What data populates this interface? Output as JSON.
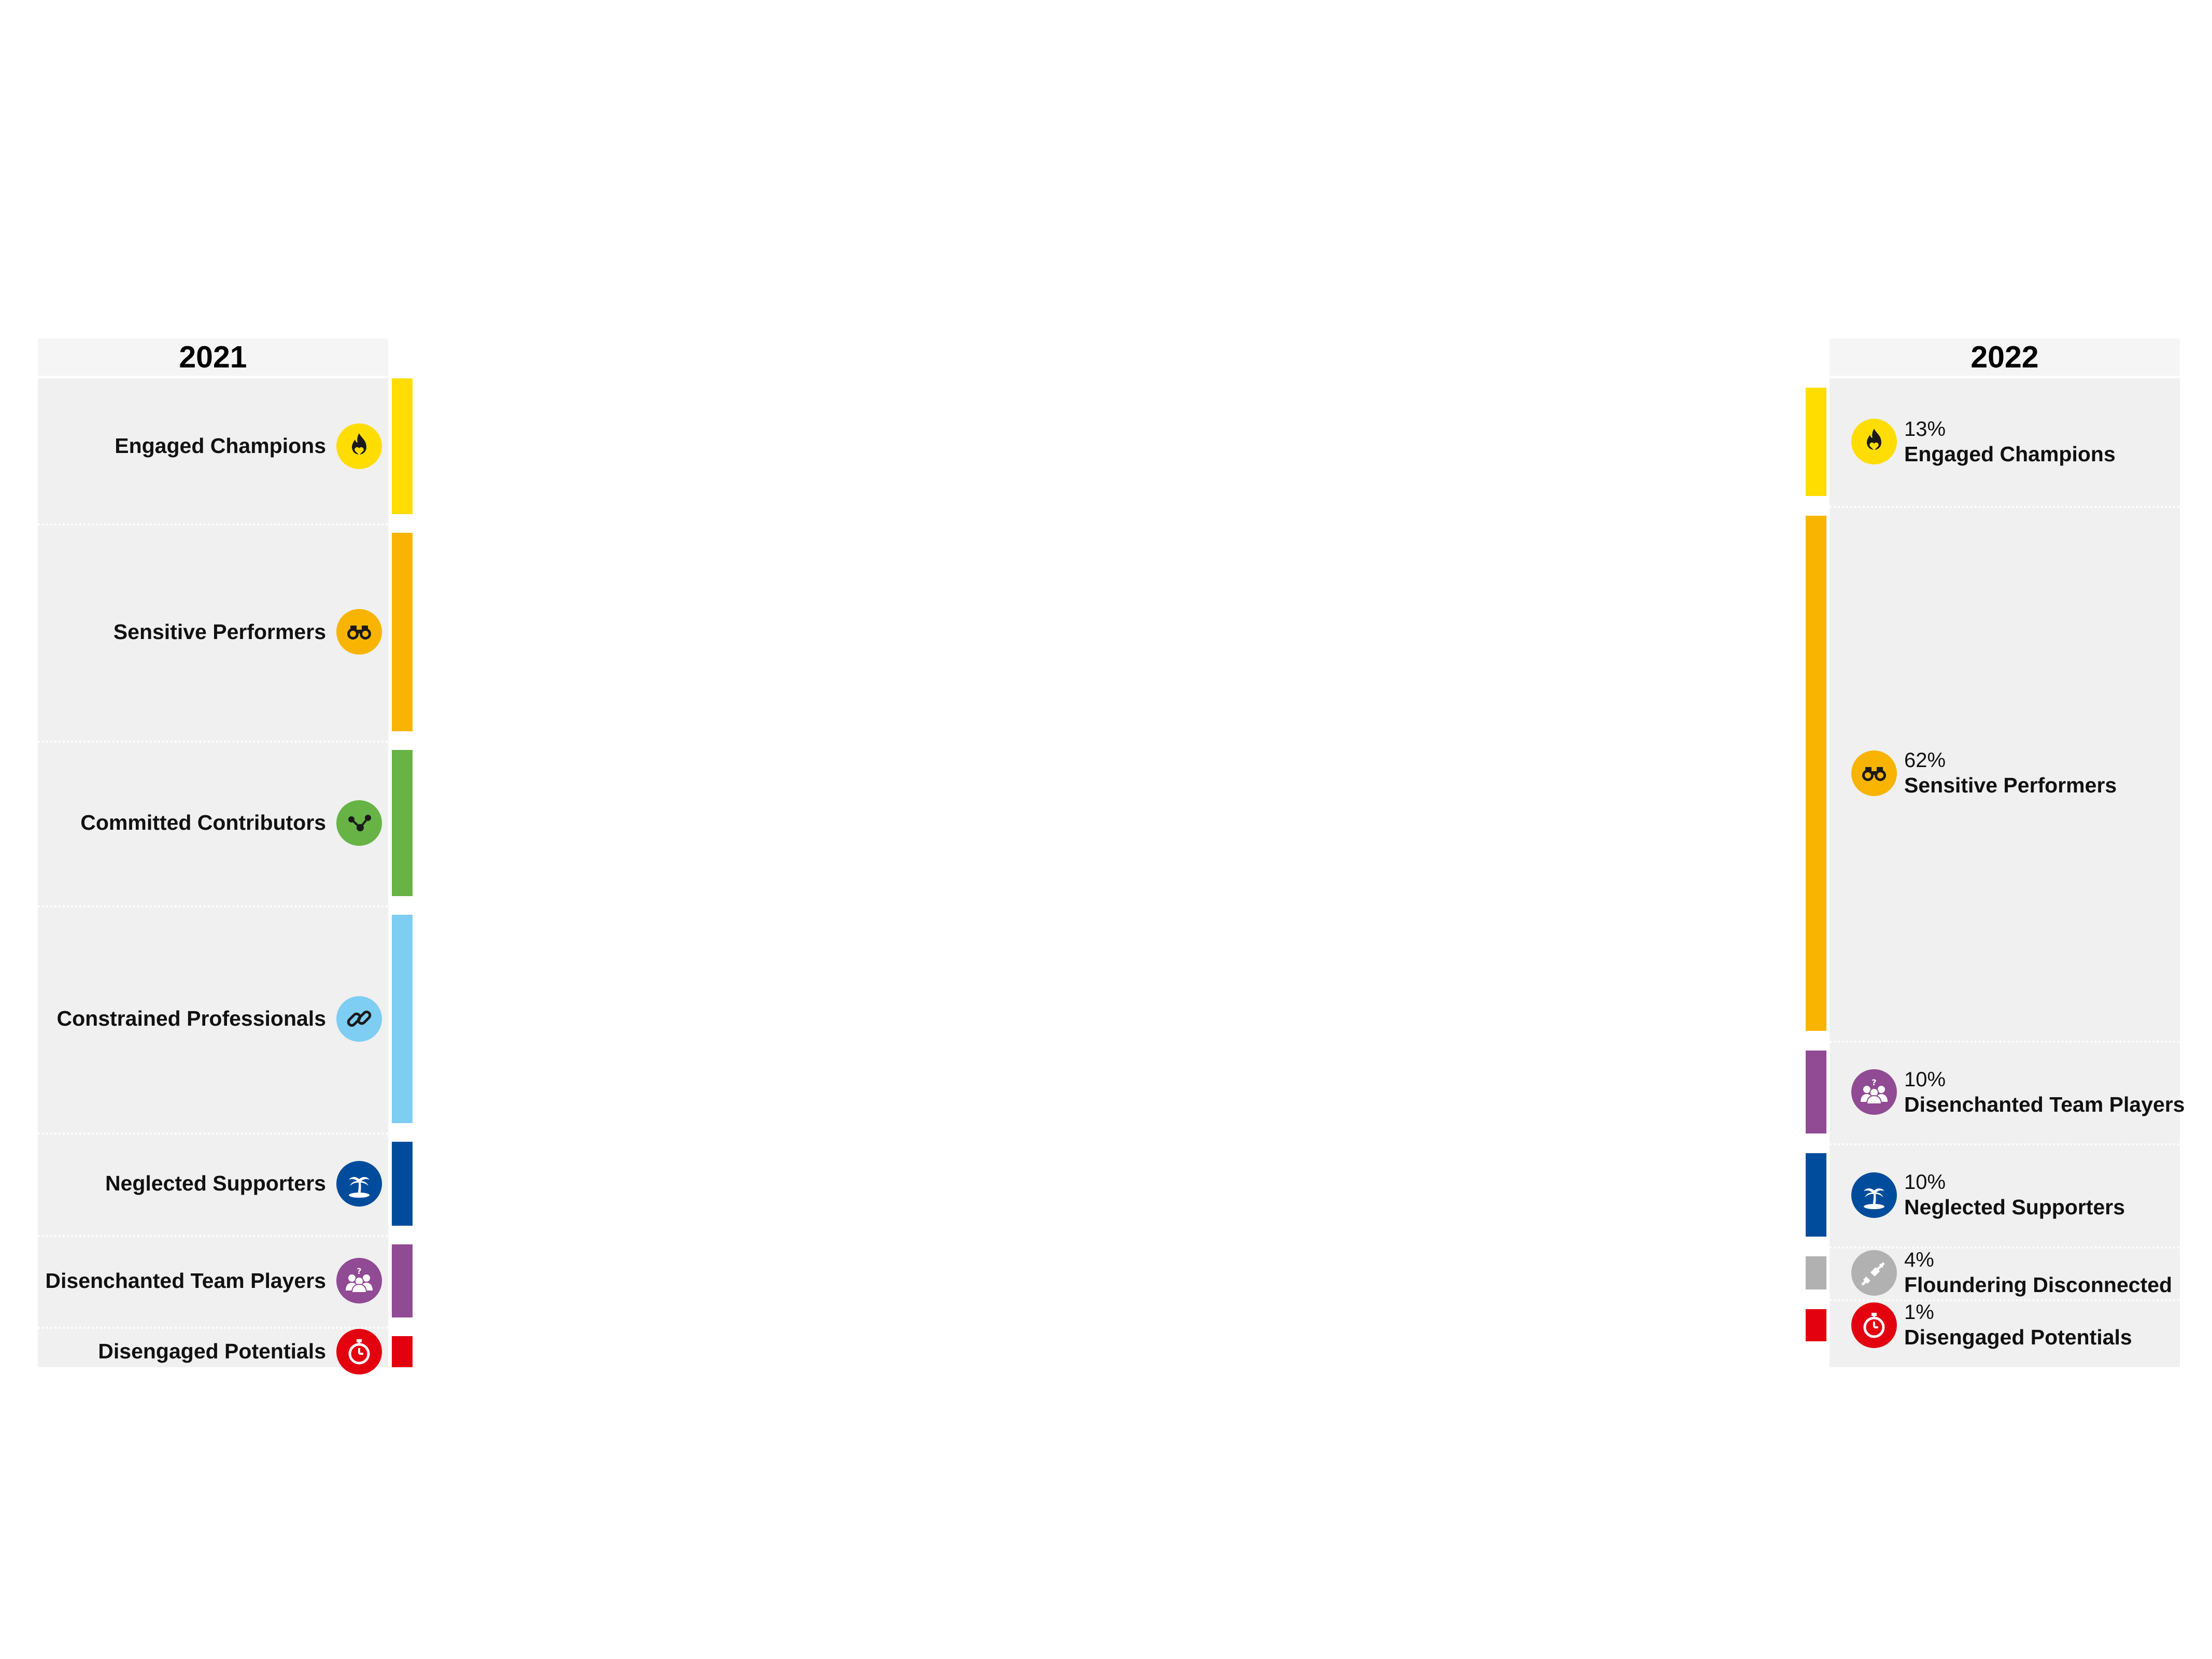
{
  "chart_data": {
    "type": "bar",
    "years": [
      "2021",
      "2022"
    ],
    "segments_2021": [
      {
        "name": "Engaged Champions",
        "icon": "flame-heart-icon",
        "color": "#ffdd00",
        "share": 0.13
      },
      {
        "name": "Sensitive Performers",
        "icon": "binoculars-icon",
        "color": "#f8b400",
        "share": 0.19
      },
      {
        "name": "Committed Contributors",
        "icon": "network-icon",
        "color": "#67b346",
        "share": 0.14
      },
      {
        "name": "Constrained Professionals",
        "icon": "chain-link-icon",
        "color": "#7ecdf2",
        "share": 0.2
      },
      {
        "name": "Neglected Supporters",
        "icon": "palm-island-icon",
        "color": "#004c9c",
        "share": 0.08
      },
      {
        "name": "Disenchanted Team Players",
        "icon": "group-question-icon",
        "color": "#914a94",
        "share": 0.07
      },
      {
        "name": "Disengaged Potentials",
        "icon": "stopwatch-icon",
        "color": "#e3000f",
        "share": 0.03
      }
    ],
    "segments_2022": [
      {
        "percent": "13%",
        "name": "Engaged Champions",
        "icon": "flame-heart-icon",
        "color": "#ffdd00",
        "share": 0.13
      },
      {
        "percent": "62%",
        "name": "Sensitive Performers",
        "icon": "binoculars-icon",
        "color": "#f8b400",
        "share": 0.62
      },
      {
        "percent": "10%",
        "name": "Disenchanted Team Players",
        "icon": "group-question-icon",
        "color": "#914a94",
        "share": 0.1
      },
      {
        "percent": "10%",
        "name": "Neglected Supporters",
        "icon": "palm-island-icon",
        "color": "#004c9c",
        "share": 0.1
      },
      {
        "percent": "4%",
        "name": "Floundering Disconnected",
        "icon": "unplugged-icon",
        "color": "#b1b1b1",
        "share": 0.04
      },
      {
        "percent": "1%",
        "name": "Disengaged Potentials",
        "icon": "stopwatch-icon",
        "color": "#e3000f",
        "share": 0.01
      }
    ]
  }
}
